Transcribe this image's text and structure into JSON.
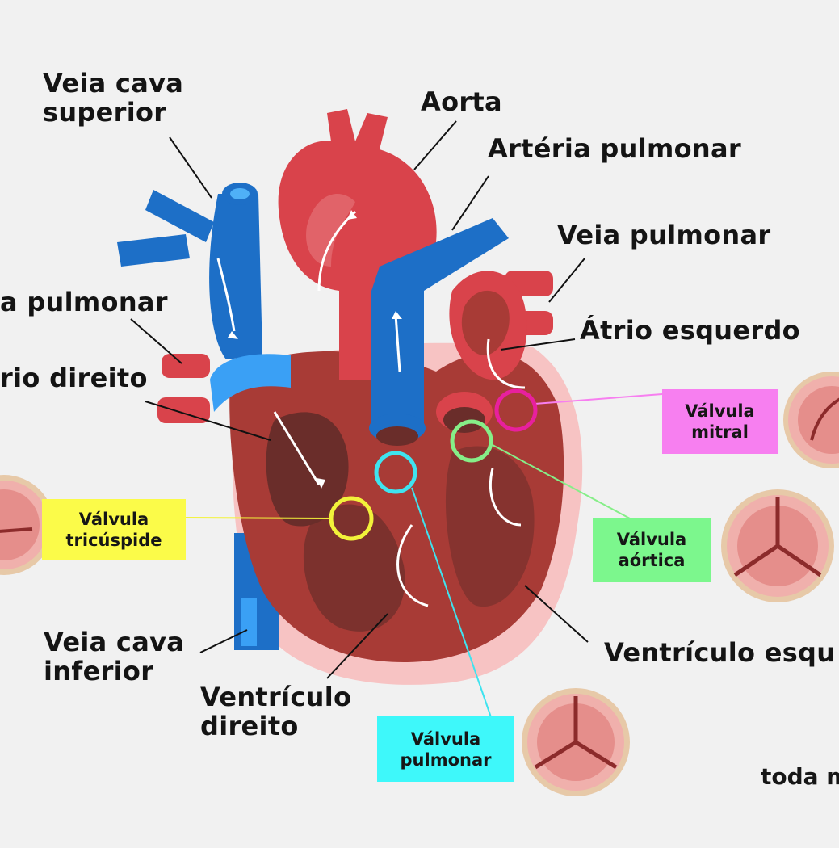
{
  "labels": {
    "vena_cava_superior": "Veia cava\nsuperior",
    "aorta": "Aorta",
    "pulmonary_artery": "Artéria pulmonar",
    "pulmonary_vein_right": "Veia pulmonar",
    "pulmonary_vein_left": "a pulmonar",
    "right_atrium": "rio direito",
    "left_atrium": "Átrio esquerdo",
    "vena_cava_inferior": "Veia cava\ninferior",
    "right_ventricle": "Ventrículo\ndireito",
    "left_ventricle": "Ventrículo esqu"
  },
  "valves": {
    "mitral": {
      "label": "Válvula\nmitral",
      "color": "#f77ff0",
      "ring": "#e8209e"
    },
    "tricuspid": {
      "label": "Válvula\ntricúspide",
      "color": "#fbfb49",
      "ring": "#f2f23a"
    },
    "aortic": {
      "label": "Válvula\naórtica",
      "color": "#7cf78d",
      "ring": "#86ee88"
    },
    "pulmonary": {
      "label": "Válvula\npulmonar",
      "color": "#3ef8fa",
      "ring": "#3fe3ef"
    }
  },
  "brand": "toda m",
  "colors": {
    "background": "#f1f1f1",
    "artery_red": "#d9434b",
    "vein_blue": "#1d6fc7",
    "muscle": "#a83b36",
    "pericardium": "#f7c3c3"
  }
}
